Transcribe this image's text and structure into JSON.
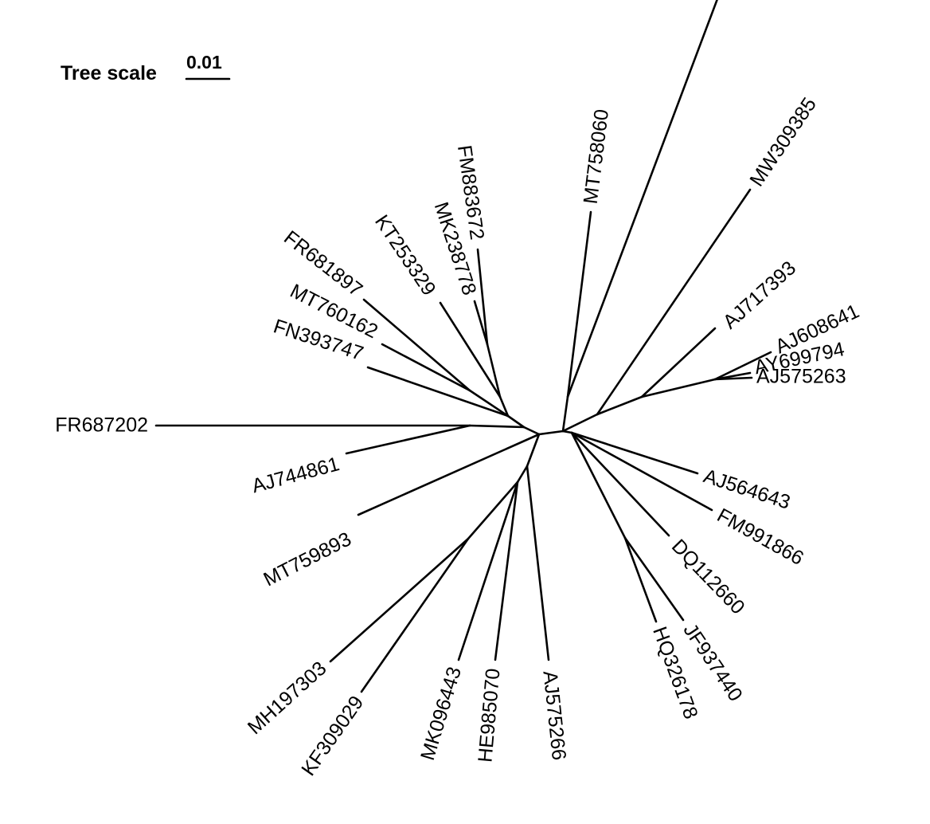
{
  "tree_scale": {
    "title": "Tree scale",
    "value": "0.01"
  },
  "leaves": [
    "FR687202",
    "AJ744861",
    "MT759893",
    "FN393747",
    "MT760162",
    "FR681897",
    "KT253329",
    "MK238778",
    "FM883672",
    "MT758060",
    "MW309385",
    "AJ717393",
    "AJ608641",
    "AY699794",
    "AJ575263",
    "AJ564643",
    "FM991866",
    "DQ112660",
    "JF937440",
    "HQ326178",
    "AJ575266",
    "HE985070",
    "MK096443",
    "KF309029",
    "MH197303"
  ]
}
